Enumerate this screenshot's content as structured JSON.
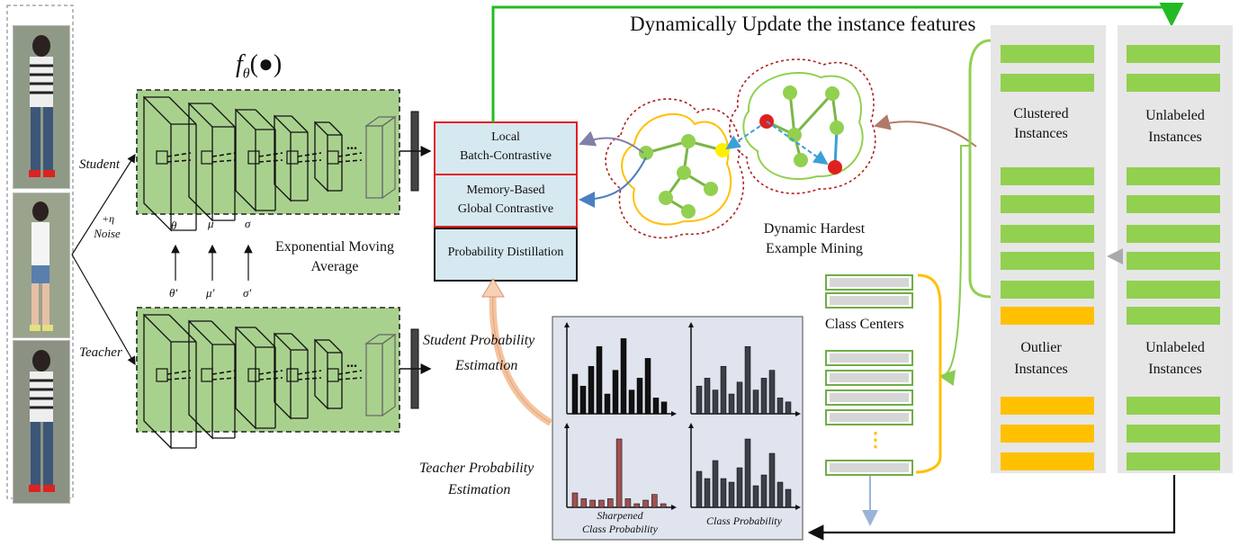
{
  "title": "Dynamically Update the instance features",
  "encoder": {
    "formula_f": "f",
    "formula_sub": "θ",
    "formula_arg": "(●)",
    "ema_label_1": "Exponential Moving",
    "ema_label_2": "Average",
    "params_top": [
      "θ",
      "μ",
      "σ"
    ],
    "params_bottom": [
      "θ'",
      "μ'",
      "σ'"
    ],
    "ellipsis": "..."
  },
  "inputs": {
    "student": "Student",
    "teacher": "Teacher",
    "noise_1": "+η",
    "noise_2": "Noise"
  },
  "loss_boxes": {
    "local_1": "Local",
    "local_2": "Batch-Contrastive",
    "memory_1": "Memory-Based",
    "memory_2": "Global Contrastive",
    "prob": "Probability Distillation"
  },
  "mining": {
    "label_1": "Dynamic Hardest",
    "label_2": "Example Mining"
  },
  "probability": {
    "student_1": "Student Probability",
    "student_2": "Estimation",
    "teacher_1": "Teacher Probability",
    "teacher_2": "Estimation",
    "sharpened_1": "Sharpened",
    "sharpened_2": "Class Probability",
    "class_prob": "Class Probability"
  },
  "memory": {
    "class_centers": "Class Centers",
    "dots": "⋮",
    "clustered_1": "Clustered",
    "clustered_2": "Instances",
    "outlier_1": "Outlier",
    "outlier_2": "Instances",
    "unlabeled_1": "Unlabeled",
    "unlabeled_2": "Instances"
  },
  "chart_data": [
    {
      "type": "bar",
      "name": "top-left",
      "values": [
        0.5,
        0.35,
        0.6,
        0.85,
        0.25,
        0.55,
        0.95,
        0.3,
        0.45,
        0.7,
        0.2,
        0.15
      ]
    },
    {
      "type": "bar",
      "name": "top-right",
      "values": [
        0.35,
        0.45,
        0.3,
        0.6,
        0.25,
        0.4,
        0.85,
        0.3,
        0.45,
        0.55,
        0.2,
        0.15
      ]
    },
    {
      "type": "bar",
      "name": "bottom-left",
      "values": [
        0.2,
        0.12,
        0.1,
        0.1,
        0.12,
        0.95,
        0.12,
        0.05,
        0.1,
        0.18,
        0.05
      ]
    },
    {
      "type": "bar",
      "name": "bottom-right",
      "values": [
        0.5,
        0.4,
        0.65,
        0.4,
        0.35,
        0.55,
        0.95,
        0.3,
        0.45,
        0.75,
        0.35,
        0.25
      ]
    }
  ],
  "colors": {
    "green_fill": "#92d050",
    "encoder_bg": "#a9d18e",
    "orange": "#ffc000",
    "red": "#e03030",
    "blue": "#3aa0d8",
    "flow_green": "#22bb22",
    "panel": "#e8e8e8",
    "prob_panel": "#dfe4ee"
  }
}
